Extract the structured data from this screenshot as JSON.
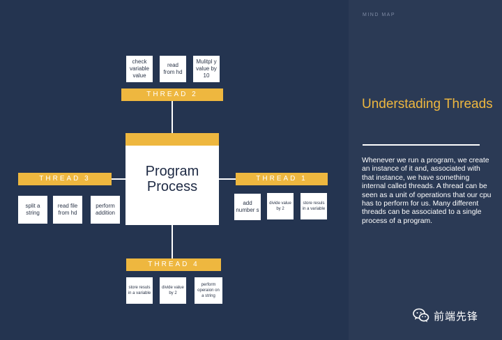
{
  "panel": {
    "tag": "MIND MAP",
    "title": "Understading Threads",
    "description": "Whenever we run a program, we create an instance of it and, associated with that instance, we have something internal called threads. A thread can be seen as a unit of operations that our cpu has to perform for us. Many different threads can be associated to a single process of a program."
  },
  "diagram": {
    "process_label": "Program Process",
    "threads": {
      "t1": {
        "label": "THREAD 1",
        "tasks": [
          "add number s",
          "divide value by 2",
          "store resuls in a variable"
        ]
      },
      "t2": {
        "label": "THREAD 2",
        "tasks": [
          "check variable value",
          "read from hd",
          "Mulitpl y value by 10"
        ]
      },
      "t3": {
        "label": "THREAD 3",
        "tasks": [
          "split a string",
          "read file from hd",
          "perform addition"
        ]
      },
      "t4": {
        "label": "THREAD 4",
        "tasks": [
          "store resuls in a variable",
          "divide value by 2",
          "perform operaion on a string"
        ]
      }
    }
  },
  "watermark": {
    "text": "前端先锋",
    "icon": "wechat-icon"
  },
  "colors": {
    "background": "#243450",
    "panel": "#2b3a55",
    "accent": "#eeb73f",
    "box": "#ffffff"
  }
}
